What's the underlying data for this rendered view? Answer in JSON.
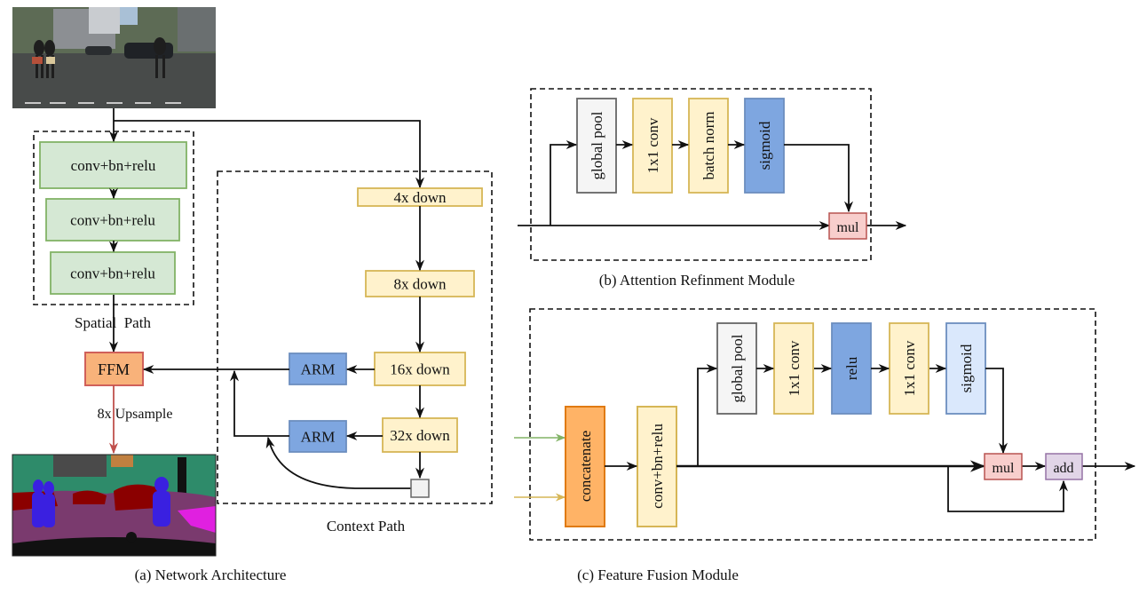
{
  "colors": {
    "green_fill": "#d5e8d4",
    "green_stroke": "#82b366",
    "yellow_fill": "#fff2cc",
    "yellow_stroke": "#d6b656",
    "blue_fill": "#7ea6e0",
    "blue_stroke": "#6c8ebf",
    "lightblue_fill": "#dae8fc",
    "lightblue_stroke": "#6c8ebf",
    "gray_fill": "#f5f5f5",
    "gray_stroke": "#666666",
    "orange_fill": "#ffb366",
    "orange_stroke": "#e07a10",
    "ffm_fill": "#f8b27a",
    "ffm_stroke": "#d0605a",
    "pink_fill": "#f8cecc",
    "pink_stroke": "#b85450",
    "purple_fill": "#e1d5e7",
    "purple_stroke": "#9673a6",
    "upsample_arrow": "#c0504d",
    "spatial_input_arrow": "#82b366",
    "context_input_arrow": "#d6b656"
  },
  "network": {
    "caption": "(a) Network Architecture",
    "input_image": "street scene photo",
    "output_image": "segmentation map",
    "spatial_path": {
      "label": "Spatial  Path",
      "blocks": [
        "conv+bn+relu",
        "conv+bn+relu",
        "conv+bn+relu"
      ]
    },
    "context_path": {
      "label": "Context Path",
      "blocks": [
        "4x down",
        "8x down",
        "16x down",
        "32x down"
      ],
      "arm_blocks": [
        "ARM",
        "ARM"
      ]
    },
    "ffm_label": "FFM",
    "upsample_label": "8x Upsample"
  },
  "arm_module": {
    "caption": "(b) Attention Refinment Module",
    "blocks": [
      "global pool",
      "1x1 conv",
      "batch norm",
      "sigmoid"
    ],
    "mul_label": "mul"
  },
  "ffm_module": {
    "caption": "(c) Feature Fusion Module",
    "concat_label": "concatenate",
    "conv_label": "conv+bn+relu",
    "blocks": [
      "global pool",
      "1x1 conv",
      "relu",
      "1x1 conv",
      "sigmoid"
    ],
    "mul_label": "mul",
    "add_label": "add"
  }
}
